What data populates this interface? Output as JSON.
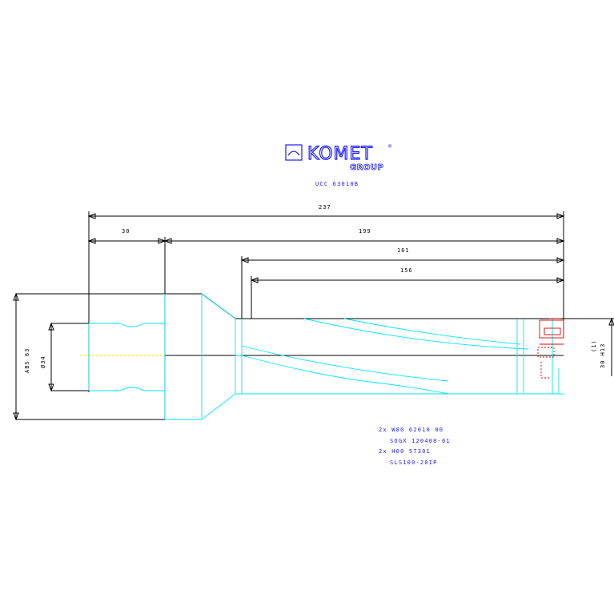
{
  "logo": {
    "brand": "KOMET",
    "registered": "®",
    "group": "GROUP"
  },
  "part_number": "UCC 63010B",
  "dimensions": {
    "total_length": "237",
    "shank_length": "30",
    "body_length": "199",
    "flute_length_outer": "161",
    "flute_length_inner": "156",
    "shank_diameter_outer": "ABS 63",
    "shank_diameter_inner": "Ø34",
    "cut_dia_small": "(1)",
    "cut_dia_large": "30 H13"
  },
  "notes": [
    "2x W80 62010 00",
    "SOGX 120408-01",
    "2x H00 57301",
    "SLS100-20IP"
  ],
  "colors": {
    "dimension": "#000000",
    "outline": "#00e5ff",
    "insert": "#e00000",
    "axis": "#ffd400",
    "text": "#1a1aff"
  }
}
